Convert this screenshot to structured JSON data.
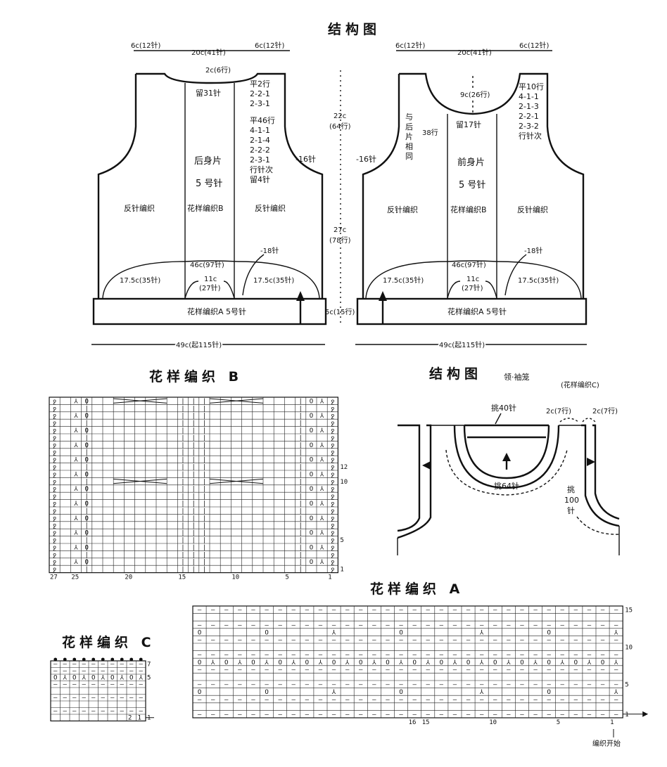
{
  "titles": {
    "structure": "结构图",
    "structure2": "结构图",
    "collar_sleeve": "领·袖笼",
    "pattern_c_note": "(花样编织C)",
    "pattern_b": "花样编织 B",
    "pattern_a": "花样编织 A",
    "pattern_c": "花样编织 C"
  },
  "back": {
    "shoulder_left": "6c(12针)",
    "neck_width": "20c(41针)",
    "shoulder_right": "6c(12针)",
    "neck_depth": "2c(6行)",
    "neck_bind": "留31针",
    "shoulder_shaping": [
      "平2行",
      "2-2-1",
      "2-3-1"
    ],
    "armhole_shaping": [
      "平46行",
      "4-1-1",
      "2-1-4",
      "2-2-2",
      "2-3-1",
      "行针次",
      "留4针"
    ],
    "name": "后身片",
    "needle": "5 号针",
    "armhole_dec": "-16针",
    "left_panel": "反针编织",
    "center_panel": "花样编织B",
    "right_panel": "反针编织",
    "panel_width": "46c(97针)",
    "center_width": "11c",
    "center_sts": "(27针)",
    "side_dec": "-18针",
    "side_left": "17.5c(35针)",
    "side_right": "17.5c(35针)",
    "rib": "花样编织A  5号针",
    "total": "49c(起115针)"
  },
  "dims": {
    "armhole_h": "22c",
    "armhole_rows": "(64行)",
    "body_h": "27c",
    "body_rows": "(78行)",
    "rib_h": "5c(15行)"
  },
  "front": {
    "shoulder_left": "6c(12针)",
    "neck_width": "20c(41针)",
    "shoulder_right": "6c(12针)",
    "neck_depth": "9c(26行)",
    "neck_bind": "留17针",
    "same_as_back": "与后片相同",
    "rows38": "38行",
    "neck_shaping": [
      "平10行",
      "4-1-1",
      "2-1-3",
      "2-2-1",
      "2-3-2",
      "行针次"
    ],
    "armhole_dec": "-16针",
    "name": "前身片",
    "needle": "5 号针",
    "left_panel": "反针编织",
    "center_panel": "花样编织B",
    "right_panel": "反针编织",
    "panel_width": "46c(97针)",
    "center_width": "11c",
    "center_sts": "(27针)",
    "side_dec": "-18针",
    "side_left": "17.5c(35针)",
    "side_right": "17.5c(35针)",
    "rib": "花样编织A  5号针",
    "total": "49c(起115针)"
  },
  "collar": {
    "pick40": "挑40针",
    "band1": "2c(7行)",
    "band2": "2c(7行)",
    "pick64": "挑64针",
    "pick100": "挑100针"
  },
  "chart_b": {
    "col_labels": [
      "27",
      "25",
      "20",
      "15",
      "10",
      "5",
      "1"
    ],
    "row_labels": [
      "12",
      "10",
      "5",
      "1"
    ]
  },
  "chart_a": {
    "col_labels": [
      "16",
      "15",
      "10",
      "5",
      "1"
    ],
    "row_labels": [
      "15",
      "10",
      "5",
      "1"
    ],
    "start": "编织开始"
  },
  "chart_c": {
    "col_labels": [
      "2",
      "1"
    ],
    "row_labels": [
      "7",
      "5",
      "1"
    ]
  }
}
